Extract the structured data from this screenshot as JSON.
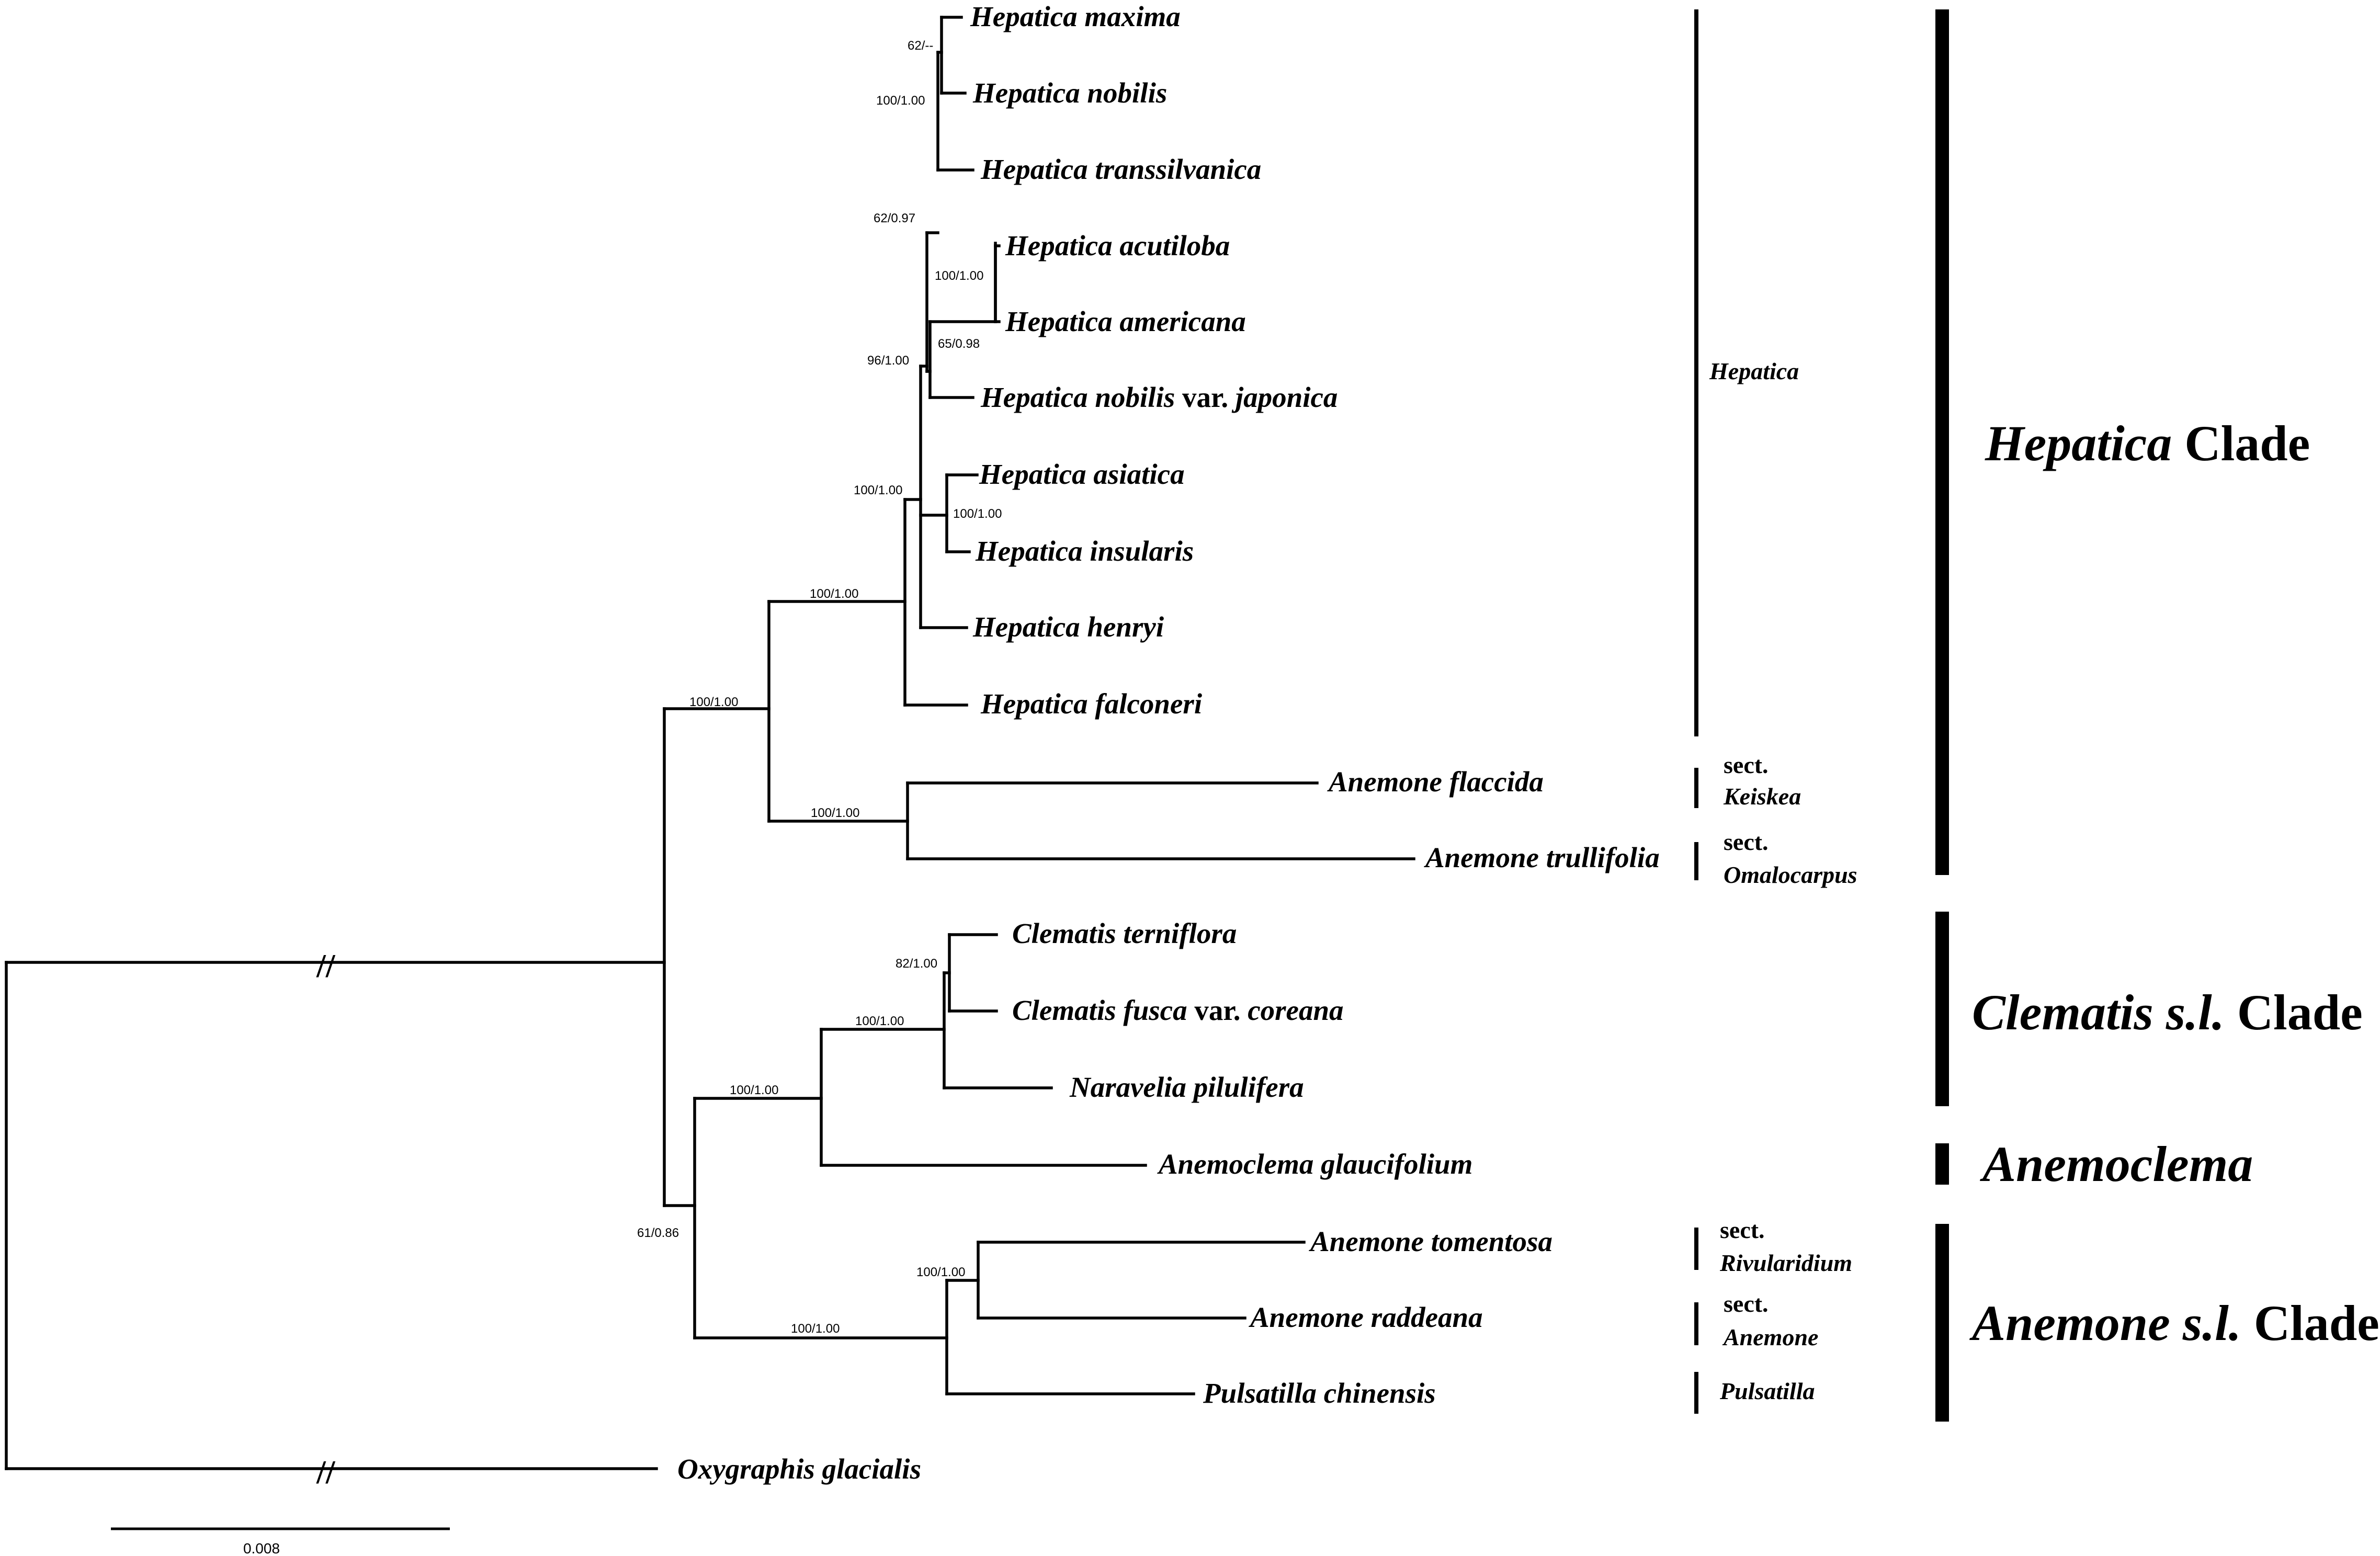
{
  "taxa": {
    "hep_maxima": "Hepatica maxima",
    "hep_nobilis": "Hepatica nobilis",
    "hep_transsilvanica": "Hepatica transsilvanica",
    "hep_acutiloba": "Hepatica acutiloba",
    "hep_americana": "Hepatica americana",
    "hep_nobilis_japonica": {
      "genus_species": "Hepatica nobilis",
      "rank": "var.",
      "infra": "japonica"
    },
    "hep_asiatica": "Hepatica asiatica",
    "hep_insularis": "Hepatica insularis",
    "hep_henryi": "Hepatica henryi",
    "hep_falconeri": "Hepatica falconeri",
    "ane_flaccida": "Anemone flaccida",
    "ane_trullifolia": "Anemone trullifolia",
    "cle_terniflora": "Clematis terniflora",
    "cle_fusca_coreana": {
      "genus_species": "Clematis fusca",
      "rank": "var.",
      "infra": "coreana"
    },
    "nar_pilulifera": "Naravelia pilulifera",
    "anemoclema": "Anemoclema glaucifolium",
    "ane_tomentosa": "Anemone tomentosa",
    "ane_raddeana": "Anemone raddeana",
    "pul_chinensis": "Pulsatilla chinensis",
    "oxy_glacialis": "Oxygraphis glacialis"
  },
  "support": {
    "s62_dash": "62/--",
    "s100_hep_top": "100/1.00",
    "s62_097": "62/0.97",
    "s100_acuti": "100/1.00",
    "s65_098": "65/0.98",
    "s96_100": "96/1.00",
    "s100_hepcore": "100/1.00",
    "s100_asiatica": "100/1.00",
    "s100_hepatica": "100/1.00",
    "s100_hepclade": "100/1.00",
    "s100_flaccida": "100/1.00",
    "s82_100": "82/1.00",
    "s100_clematis": "100/1.00",
    "s100_clem_anemoclema": "100/1.00",
    "s61_086": "61/0.86",
    "s100_tomentosa": "100/1.00",
    "s100_anemone": "100/1.00"
  },
  "sections": {
    "hepatica": "Hepatica",
    "keiskea": {
      "prefix": "sect.",
      "name": "Keiskea"
    },
    "omalocarpus": {
      "prefix": "sect.",
      "name": "Omalocarpus"
    },
    "rivularidium": {
      "prefix": "sect.",
      "name": "Rivularidium"
    },
    "anemone": {
      "prefix": "sect.",
      "name": "Anemone"
    },
    "pulsatilla": "Pulsatilla"
  },
  "clades": {
    "hepatica": {
      "italic": "Hepatica",
      "plain": " Clade"
    },
    "clematis": {
      "italic": "Clematis s.l.",
      "plain": " Clade"
    },
    "anemoclema": {
      "italic": "Anemoclema",
      "plain": ""
    },
    "anemone": {
      "italic": "Anemone s.l.",
      "plain": " Clade"
    }
  },
  "scale": {
    "label": "0.008"
  },
  "break_mark": "//"
}
